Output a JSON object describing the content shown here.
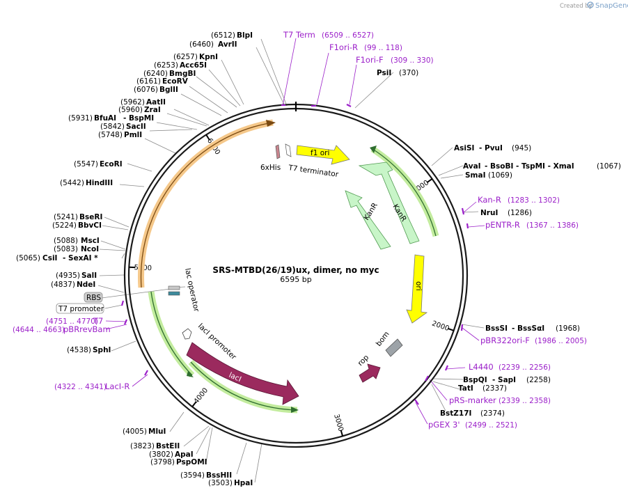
{
  "header": {
    "credit_text": "Created by",
    "brand": "SnapGene"
  },
  "plasmid": {
    "name": "SRS-MTBD(26/19)ux, dimer, no myc",
    "size_label": "6595 bp",
    "length": 6595
  },
  "ticks": [
    {
      "pos": 1000,
      "label": "1000"
    },
    {
      "pos": 2000,
      "label": "2000"
    },
    {
      "pos": 3000,
      "label": "3000"
    },
    {
      "pos": 4000,
      "label": "4000"
    },
    {
      "pos": 5000,
      "label": "5000"
    },
    {
      "pos": 6000,
      "label": "6000"
    }
  ],
  "features": [
    {
      "name": "f1 ori",
      "type": "ori"
    },
    {
      "name": "KanR",
      "type": "cds"
    },
    {
      "name": "KanR",
      "type": "cds"
    },
    {
      "name": "ori",
      "type": "ori"
    },
    {
      "name": "bom",
      "type": "misc"
    },
    {
      "name": "rop",
      "type": "cds"
    },
    {
      "name": "lacI",
      "type": "cds"
    },
    {
      "name": "lacI promoter",
      "type": "promoter"
    },
    {
      "name": "lac operator",
      "type": "misc"
    },
    {
      "name": "RBS",
      "type": "rbs"
    },
    {
      "name": "T7 promoter",
      "type": "promoter"
    },
    {
      "name": "6xHis",
      "type": "tag"
    },
    {
      "name": "T7 terminator",
      "type": "terminator"
    }
  ],
  "sites": [
    {
      "pos": "(6512)",
      "name": "BlpI"
    },
    {
      "pos": "(6460)",
      "name": "AvrII"
    },
    {
      "pos": "(6257)",
      "name": "KpnI"
    },
    {
      "pos": "(6253)",
      "name": "Acc65I"
    },
    {
      "pos": "(6240)",
      "name": "BmgBI"
    },
    {
      "pos": "(6161)",
      "name": "EcoRV"
    },
    {
      "pos": "(6076)",
      "name": "BglII"
    },
    {
      "pos": "(5962)",
      "name": "AatII"
    },
    {
      "pos": "(5960)",
      "name": "ZraI"
    },
    {
      "pos": "(5931)",
      "name": "BfuAI",
      "extra": "- BspMI"
    },
    {
      "pos": "(5842)",
      "name": "SacII"
    },
    {
      "pos": "(5748)",
      "name": "PmlI"
    },
    {
      "pos": "(5547)",
      "name": "EcoRI"
    },
    {
      "pos": "(5442)",
      "name": "HindIII"
    },
    {
      "pos": "(5241)",
      "name": "BseRI"
    },
    {
      "pos": "(5224)",
      "name": "BbvCI"
    },
    {
      "pos": "(5088)",
      "name": "MscI"
    },
    {
      "pos": "(5083)",
      "name": "NcoI"
    },
    {
      "pos": "(5065)",
      "name": "CsiI",
      "extra": "- SexAI *"
    },
    {
      "pos": "(4935)",
      "name": "SalI"
    },
    {
      "pos": "(4837)",
      "name": "NdeI"
    },
    {
      "pos": "(4538)",
      "name": "SphI"
    },
    {
      "pos": "(4005)",
      "name": "MluI"
    },
    {
      "pos": "(3823)",
      "name": "BstEII"
    },
    {
      "pos": "(3802)",
      "name": "ApaI"
    },
    {
      "pos": "(3798)",
      "name": "PspOMI"
    },
    {
      "pos": "(3594)",
      "name": "BssHII"
    },
    {
      "pos": "(3503)",
      "name": "HpaI"
    },
    {
      "pos": "(370)",
      "name": "PsiI"
    },
    {
      "pos": "(945)",
      "name": "AsiSI",
      "extra": "- PvuI"
    },
    {
      "pos": "(1067)",
      "name": "AvaI",
      "extra": "- BsoBI - TspMI - XmaI"
    },
    {
      "pos": "(1069)",
      "name": "SmaI"
    },
    {
      "pos": "(1286)",
      "name": "NruI"
    },
    {
      "pos": "(1968)",
      "name": "BssSI",
      "extra": "- BssSαI"
    },
    {
      "pos": "(2258)",
      "name": "BspQI",
      "extra": "- SapI"
    },
    {
      "pos": "(2337)",
      "name": "TatI"
    },
    {
      "pos": "(2374)",
      "name": "BstZ17I"
    }
  ],
  "primers": [
    {
      "name": "T7 Term",
      "range": "(6509 .. 6527)"
    },
    {
      "name": "F1ori-R",
      "range": "(99 .. 118)"
    },
    {
      "name": "F1ori-F",
      "range": "(309 .. 330)"
    },
    {
      "name": "Kan-R",
      "range": "(1283 .. 1302)"
    },
    {
      "name": "pENTR-R",
      "range": "(1367 .. 1386)"
    },
    {
      "name": "pBR322ori-F",
      "range": "(1986 .. 2005)"
    },
    {
      "name": "L4440",
      "range": "(2239 .. 2256)"
    },
    {
      "name": "pRS-marker",
      "range": "(2339 .. 2358)"
    },
    {
      "name": "pGEX 3'",
      "range": "(2499 .. 2521)"
    },
    {
      "name": "T7",
      "range": "(4751 .. 4770)"
    },
    {
      "name": "pBRrevBam",
      "range": "(4644 .. 4663)"
    },
    {
      "name": "LacI-R",
      "range": "(4322 .. 4341)"
    }
  ],
  "colors": {
    "backbone": "#1a1a1a",
    "primer": "#9b1fc9",
    "ori_yellow": "#ffff00",
    "kanr_fill": "#c8f5c8",
    "kanr_edge": "#4f9a4f",
    "laci": "#9b2a5e",
    "bom": "#9da3a8",
    "arc_orange": "#f5c88a",
    "arc_green": "#c3ec9e"
  }
}
